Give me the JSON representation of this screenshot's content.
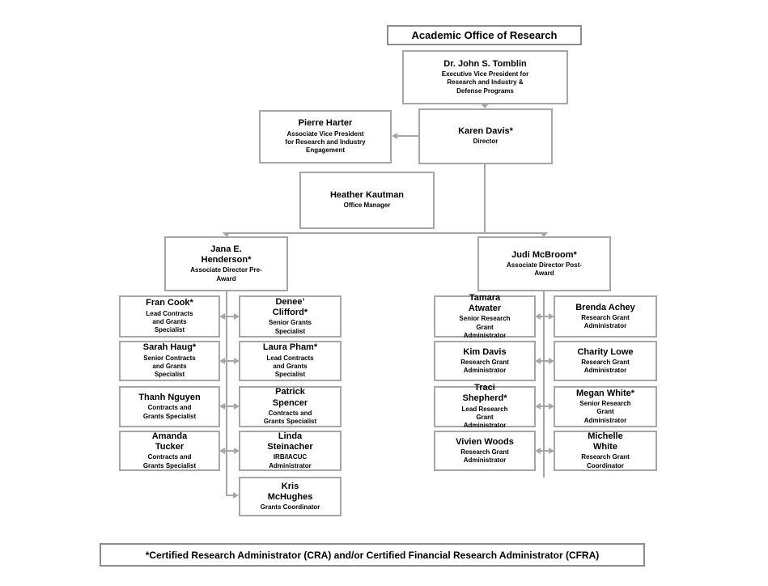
{
  "title": "Academic Office of Research",
  "footnote": "*Certified Research Administrator (CRA) and/or Certified Financial Research Administrator (CFRA)",
  "colors": {
    "background": "#ffffff",
    "text": "#000000",
    "border": "#a6a6a6",
    "connector": "#a6a6a6",
    "title_border": "#8c8c8c",
    "footnote_border": "#8c8c8c"
  },
  "nodes": {
    "tomblin": {
      "name": "Dr. John S. Tomblin",
      "title": "Executive Vice President for\nResearch and Industry &\nDefense Programs"
    },
    "pierre": {
      "name": "Pierre Harter",
      "title": "Associate Vice President\nfor Research and Industry\nEngagement"
    },
    "karen": {
      "name": "Karen Davis*",
      "title": "Director"
    },
    "heather": {
      "name": "Heather Kautman",
      "title": "Office Manager"
    },
    "jana": {
      "name": "Jana E.\nHenderson*",
      "title": "Associate Director Pre-\nAward"
    },
    "judi": {
      "name": "Judi McBroom*",
      "title": "Associate Director Post-\nAward"
    },
    "fran": {
      "name": "Fran Cook*",
      "title": "Lead Contracts\nand Grants\nSpecialist"
    },
    "denee": {
      "name": "Denee’\nClifford*",
      "title": "Senior Grants\nSpecialist"
    },
    "sarah": {
      "name": "Sarah Haug*",
      "title": "Senior Contracts\nand Grants\nSpecialist"
    },
    "laura": {
      "name": "Laura Pham*",
      "title": "Lead Contracts\nand Grants\nSpecialist"
    },
    "thanh": {
      "name": "Thanh Nguyen",
      "title": "Contracts and\nGrants Specialist"
    },
    "patrick": {
      "name": "Patrick\nSpencer",
      "title": "Contracts and\nGrants Specialist"
    },
    "amanda": {
      "name": "Amanda\nTucker",
      "title": "Contracts and\nGrants Specialist"
    },
    "linda": {
      "name": "Linda\nSteinacher",
      "title": "IRB/IACUC\nAdministrator"
    },
    "kris": {
      "name": "Kris\nMcHughes",
      "title": "Grants Coordinator"
    },
    "tamara": {
      "name": "Tamara\nAtwater",
      "title": "Senior Research\nGrant\nAdministrator"
    },
    "brenda": {
      "name": "Brenda Achey",
      "title": "Research Grant\nAdministrator"
    },
    "kim": {
      "name": "Kim Davis",
      "title": "Research Grant\nAdministrator"
    },
    "charity": {
      "name": "Charity Lowe",
      "title": "Research Grant\nAdministrator"
    },
    "traci": {
      "name": "Traci\nShepherd*",
      "title": "Lead Research\nGrant\nAdministrator"
    },
    "megan": {
      "name": "Megan White*",
      "title": "Senior Research\nGrant\nAdministrator"
    },
    "vivien": {
      "name": "Vivien Woods",
      "title": "Research Grant\nAdministrator"
    },
    "michelle": {
      "name": "Michelle\nWhite",
      "title": "Research Grant\nCoordinator"
    }
  }
}
